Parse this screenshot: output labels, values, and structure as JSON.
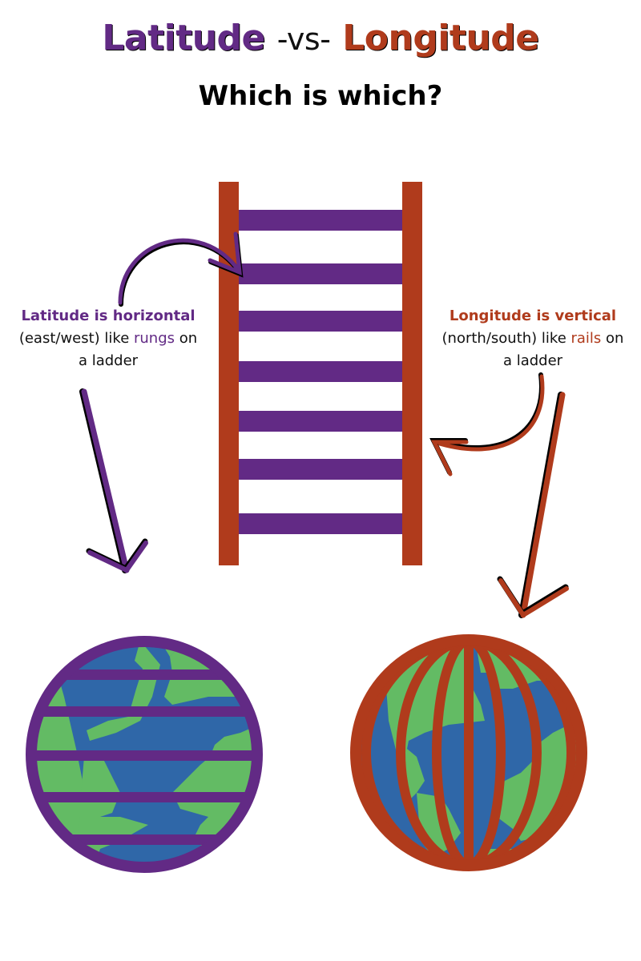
{
  "title": {
    "latitude": "Latitude",
    "vs": "-vs-",
    "longitude": "Longitude"
  },
  "subtitle": "Which is which?",
  "latitude_note": {
    "heading": "Latitude is horizontal",
    "line1_pre": "(east/west) like ",
    "keyword": "rungs",
    "line1_post": " on",
    "line2": "a ladder"
  },
  "longitude_note": {
    "heading": "Longitude is vertical",
    "line1_pre": "(north/south) like ",
    "keyword": "rails",
    "line1_post": " on",
    "line2": "a ladder"
  },
  "colors": {
    "latitude_purple": "#622a85",
    "longitude_rust": "#b03b1c",
    "ocean_blue": "#2f67a8",
    "land_green": "#63bb64"
  },
  "diagram": {
    "ladder": {
      "rails": 2,
      "rungs": 7
    },
    "latitude_globe": {
      "parallel_lines": 5
    },
    "longitude_globe": {
      "meridian_lines": 7
    }
  }
}
